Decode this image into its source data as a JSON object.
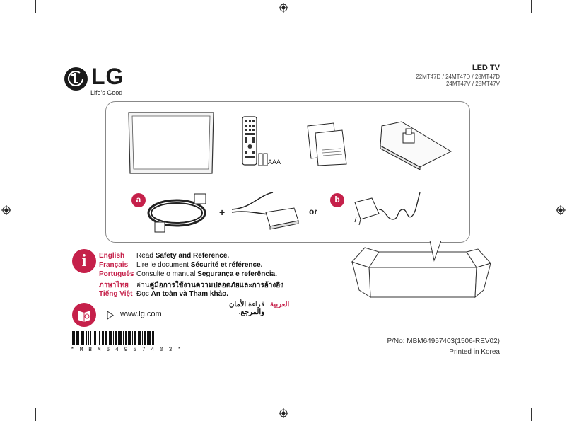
{
  "brand": {
    "logo_text": "LG",
    "tagline": "Life's Good"
  },
  "header": {
    "title": "LED TV",
    "models_line1": "22MT47D / 24MT47D / 28MT47D",
    "models_line2": "24MT47V / 28MT47V"
  },
  "box": {
    "aaa_label": "AAA",
    "badge_a": "a",
    "badge_b": "b",
    "plus": "+",
    "or": "or"
  },
  "languages": [
    {
      "name": "English",
      "text_pre": "Read ",
      "text_bold": "Safety and Reference."
    },
    {
      "name": "Français",
      "text_pre": "Lire le document ",
      "text_bold": "Sécurité et référence."
    },
    {
      "name": "Português",
      "text_pre": "Consulte o manual ",
      "text_bold": "Segurança e referência."
    },
    {
      "name": "ภาษาไทย",
      "text_pre": "อ่าน",
      "text_bold": "คู่มือการใช้งานความปลอดภัยและการอ้างอิง"
    },
    {
      "name": "Tiếng Việt",
      "text_pre": "Đọc ",
      "text_bold": "An toàn và Tham khảo."
    },
    {
      "name": "العربية",
      "text_pre": "قراءة ",
      "text_bold": "الأمان والمرجع."
    }
  ],
  "info_icon": "i",
  "website": "www.lg.com",
  "barcode_text": "* M B M 6 4 9 5 7 4 0 3 *",
  "footer": {
    "part_number": "P/No: MBM64957403(1506-REV02)",
    "printed": "Printed in Korea"
  }
}
